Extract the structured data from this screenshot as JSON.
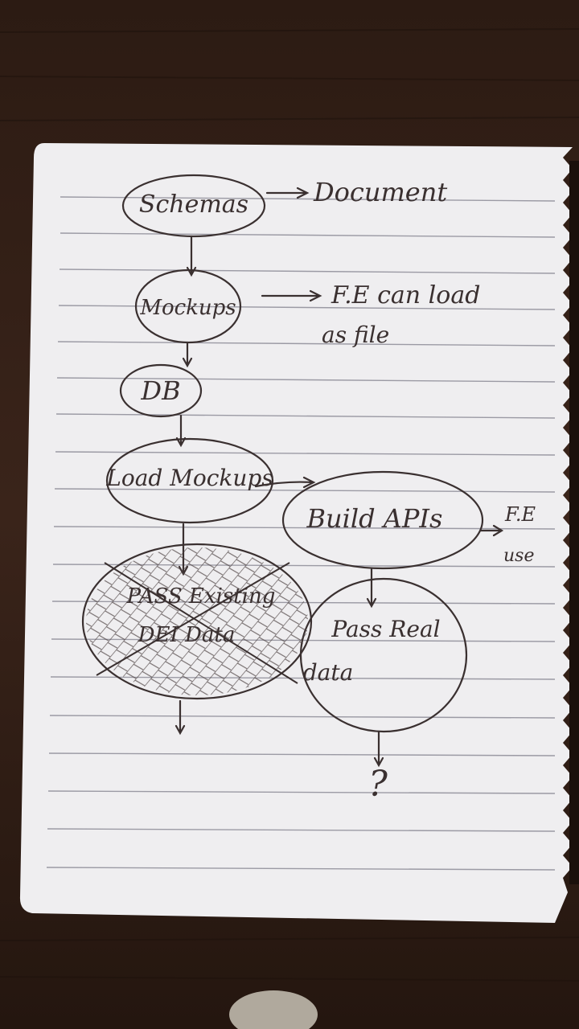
{
  "diagram": {
    "nodes": {
      "schemas": "Schemas",
      "mockups": "Mockups",
      "db": "DB",
      "load_mockups": "Load Mockups",
      "build_apis": "Build APIs",
      "pass_existing": "PASS Existing",
      "pass_existing_line2": "DEI Data",
      "pass_data": "Pass Real",
      "pass_data_line2": "data"
    },
    "notes": {
      "document": "Document",
      "fe_can_load": "F.E can load",
      "as_file": "as file",
      "fe": "F.E",
      "fe_line2": "use",
      "question": "?"
    }
  },
  "colors": {
    "paper": "#efeef0",
    "ink": "#3a3030",
    "rule": "#9b9aa4",
    "background": "#2a1a12"
  }
}
